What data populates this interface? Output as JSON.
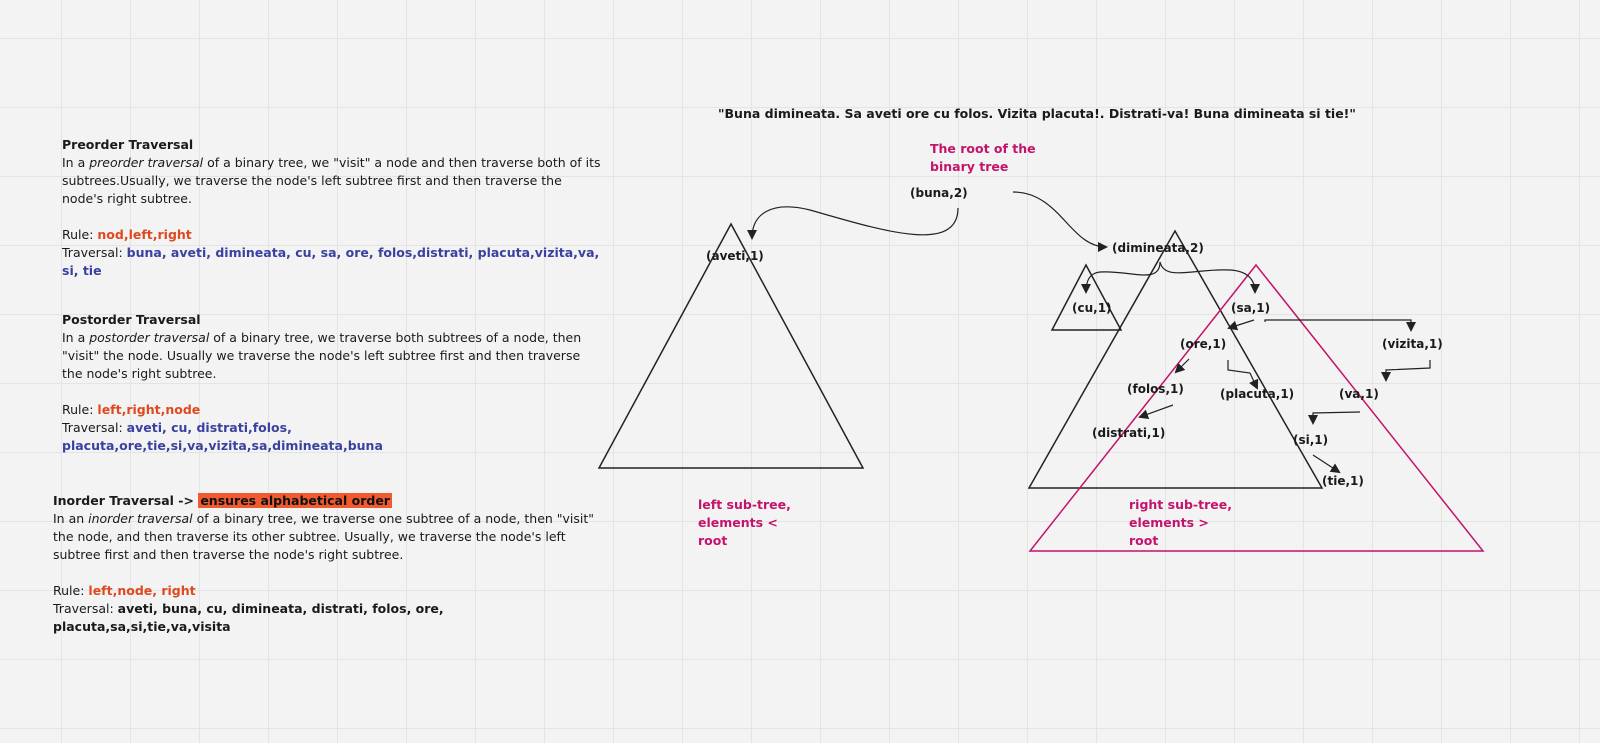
{
  "preorder": {
    "title": "Preorder Traversal",
    "desc_pre": "In a ",
    "desc_em": "preorder traversal",
    "desc_post": " of a binary tree, we \"visit\" a node and then traverse both of its subtrees.Usually, we traverse the node's left subtree first and then traverse the node's right subtree.",
    "rule_label": "Rule: ",
    "rule": "nod,left,right",
    "traversal_label": "Traversal: ",
    "traversal": "buna, aveti, dimineata, cu, sa, ore, folos,distrati, placuta,vizita,va, si, tie"
  },
  "postorder": {
    "title": "Postorder Traversal",
    "desc_pre": "In a ",
    "desc_em": "postorder traversal",
    "desc_post": " of a binary tree, we traverse both subtrees of a node, then \"visit\" the node. Usually we traverse the node's left subtree first and then traverse the node's right subtree.",
    "rule_label": "Rule: ",
    "rule": "left,right,node",
    "traversal_label": "Traversal: ",
    "traversal": "aveti, cu, distrati,folos, placuta,ore,tie,si,va,vizita,sa,dimineata,buna"
  },
  "inorder": {
    "title": "Inorder Traversal -> ",
    "highlight": "ensures alphabetical order",
    "desc_pre": "In an ",
    "desc_em": "inorder traversal",
    "desc_post": " of a binary tree, we traverse one subtree of a node, then \"visit\" the node, and then traverse its other subtree. Usually, we traverse the node's left subtree first and then traverse the node's right subtree.",
    "rule_label": "Rule: ",
    "rule": "left,node, right",
    "traversal_label": "Traversal: ",
    "traversal": "aveti, buna, cu, dimineata, distrati, folos, ore, placuta,sa,si,tie,va,visita"
  },
  "diagram": {
    "sentence": "\"Buna dimineata. Sa aveti ore cu folos. Vizita placuta!. Distrati-va! Buna dimineata si tie!\"",
    "root_note_line1": "The root of the",
    "root_note_line2": "binary tree",
    "left_note_line1": "left sub-tree,",
    "left_note_line2": "elements <",
    "left_note_line3": "root",
    "right_note_line1": "right sub-tree,",
    "right_note_line2": "elements >",
    "right_note_line3": "root",
    "nodes": {
      "buna": "(buna,2)",
      "aveti": "(aveti,1)",
      "dimineata": "(dimineata,2)",
      "cu": "(cu,1)",
      "sa": "(sa,1)",
      "ore": "(ore,1)",
      "vizita": "(vizita,1)",
      "folos": "(folos,1)",
      "placuta": "(placuta,1)",
      "va": "(va,1)",
      "distrati": "(distrati,1)",
      "si": "(si,1)",
      "tie": "(tie,1)"
    },
    "accent_color": "#c3136b",
    "rule_color": "#e0491f",
    "traversal_color": "#3a41a0"
  }
}
